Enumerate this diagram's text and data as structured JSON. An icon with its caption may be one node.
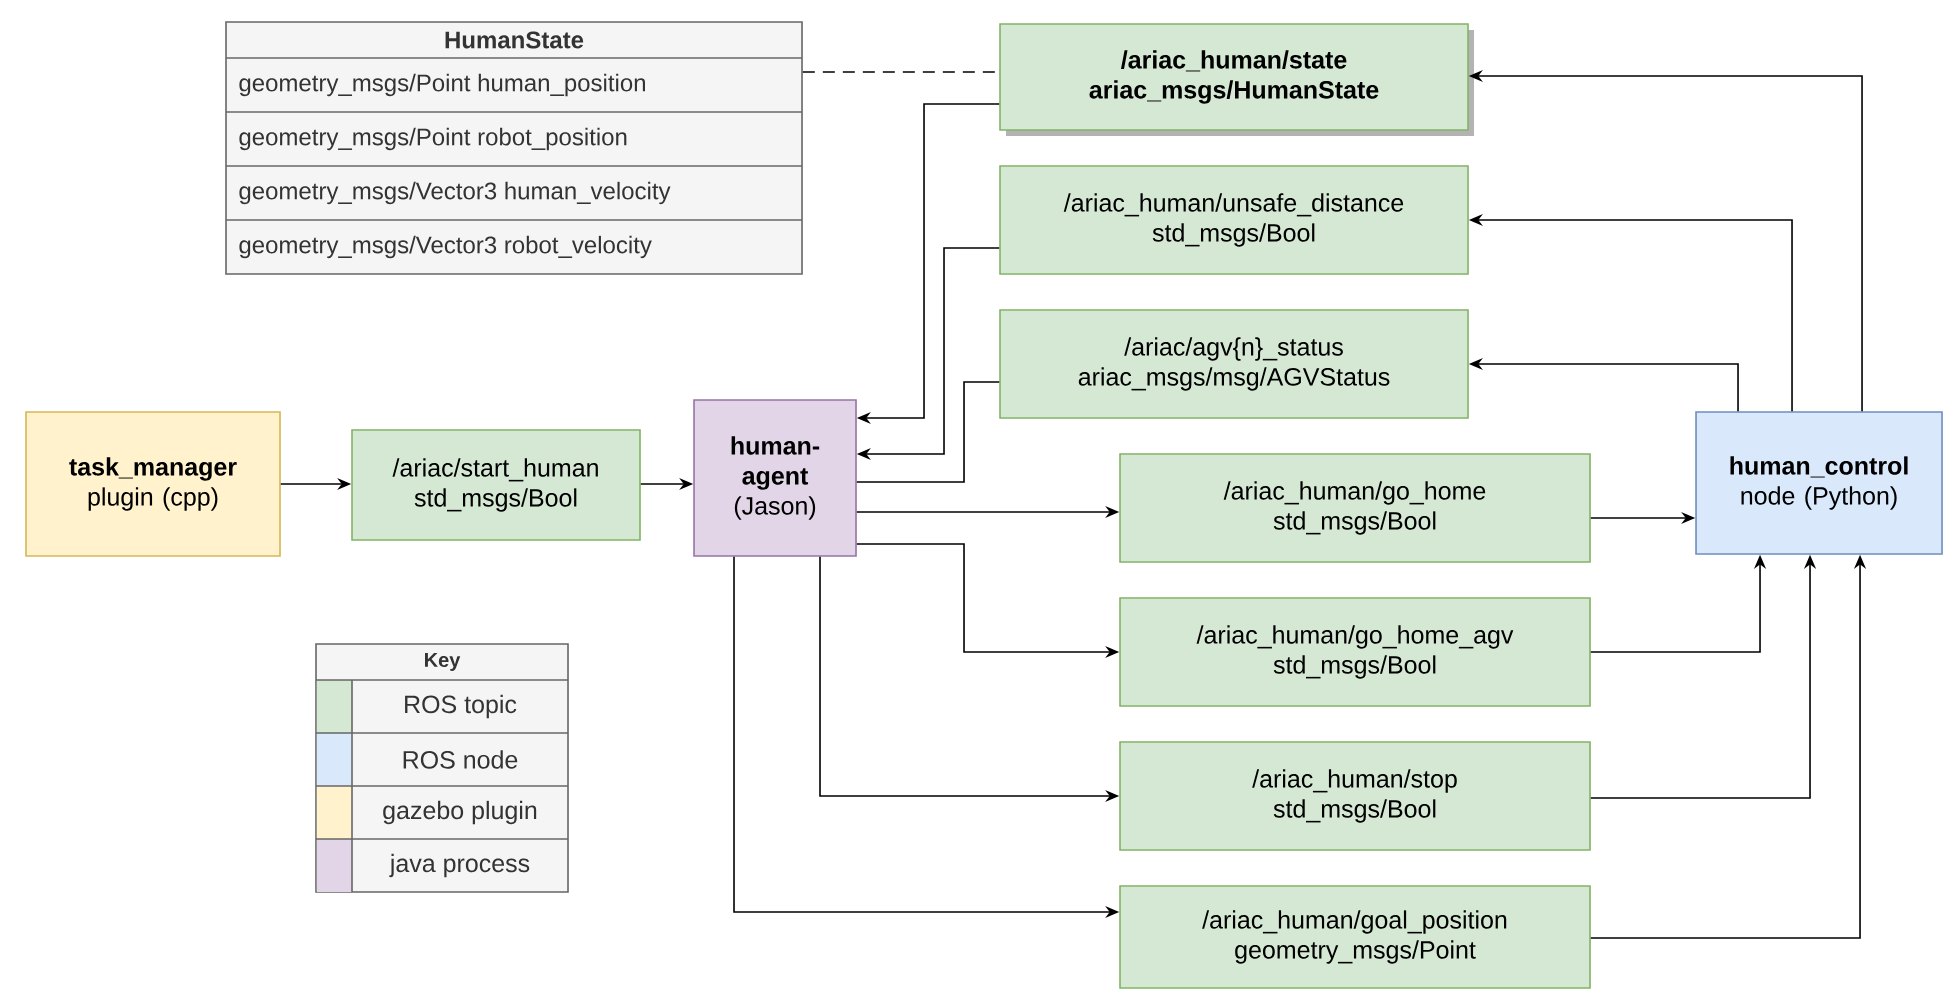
{
  "diagram": {
    "nodes": [
      {
        "text": [
          "HumanState",
          "geometry_msgs/Point human_position",
          "geometry_msgs/Point robot_position",
          "geometry_msgs/Vector3 human_velocity",
          "geometry_msgs/Vector3 robot_velocity"
        ]
      },
      {
        "text": [
          "/ariac_human/state",
          "ariac_msgs/HumanState"
        ]
      },
      {
        "text": [
          "/ariac_human/unsafe_distance",
          "std_msgs/Bool"
        ]
      },
      {
        "text": [
          "/ariac/agv{n}_status",
          "ariac_msgs/msg/AGVStatus"
        ]
      },
      {
        "text": [
          "task_manager",
          "plugin (cpp)"
        ]
      },
      {
        "text": [
          "/ariac/start_human",
          "std_msgs/Bool"
        ]
      },
      {
        "text": [
          "human-agent",
          "(Jason)"
        ]
      },
      {
        "text": [
          "human_control",
          "node (Python)"
        ]
      },
      {
        "text": [
          "/ariac_human/go_home",
          "std_msgs/Bool"
        ]
      },
      {
        "text": [
          "/ariac_human/go_home_agv",
          "std_msgs/Bool"
        ]
      },
      {
        "text": [
          "/ariac_human/stop",
          "std_msgs/Bool"
        ]
      },
      {
        "text": [
          "/ariac_human/goal_position",
          "geometry_msgs/Point"
        ]
      }
    ],
    "edges": [
      {
        "from": 0,
        "to": 1,
        "arrow": "none",
        "style": "dashed"
      },
      {
        "from": 1,
        "to": 6,
        "arrow": "to"
      },
      {
        "from": 2,
        "to": 6,
        "arrow": "to"
      },
      {
        "from": 3,
        "to": 6,
        "arrow": "none"
      },
      {
        "from": 4,
        "to": 5,
        "arrow": "to"
      },
      {
        "from": 5,
        "to": 6,
        "arrow": "to"
      },
      {
        "from": 6,
        "to": 8,
        "arrow": "to"
      },
      {
        "from": 6,
        "to": 9,
        "arrow": "to"
      },
      {
        "from": 6,
        "to": 10,
        "arrow": "to"
      },
      {
        "from": 6,
        "to": 11,
        "arrow": "to"
      },
      {
        "from": 7,
        "to": 1,
        "arrow": "to"
      },
      {
        "from": 7,
        "to": 2,
        "arrow": "to"
      },
      {
        "from": 7,
        "to": 3,
        "arrow": "to"
      },
      {
        "from": 8,
        "to": 7,
        "arrow": "to"
      },
      {
        "from": 9,
        "to": 7,
        "arrow": "to"
      },
      {
        "from": 10,
        "to": 7,
        "arrow": "to"
      },
      {
        "from": 11,
        "to": 7,
        "arrow": "to"
      }
    ],
    "labels": [
      "Key"
    ],
    "legend": [
      {
        "text": "ROS topic",
        "color": "#d5e8d4"
      },
      {
        "text": "ROS node",
        "color": "#dae8fc"
      },
      {
        "text": "gazebo plugin",
        "color": "#fff2cc"
      },
      {
        "text": "java process",
        "color": "#e1d5e7"
      }
    ]
  }
}
